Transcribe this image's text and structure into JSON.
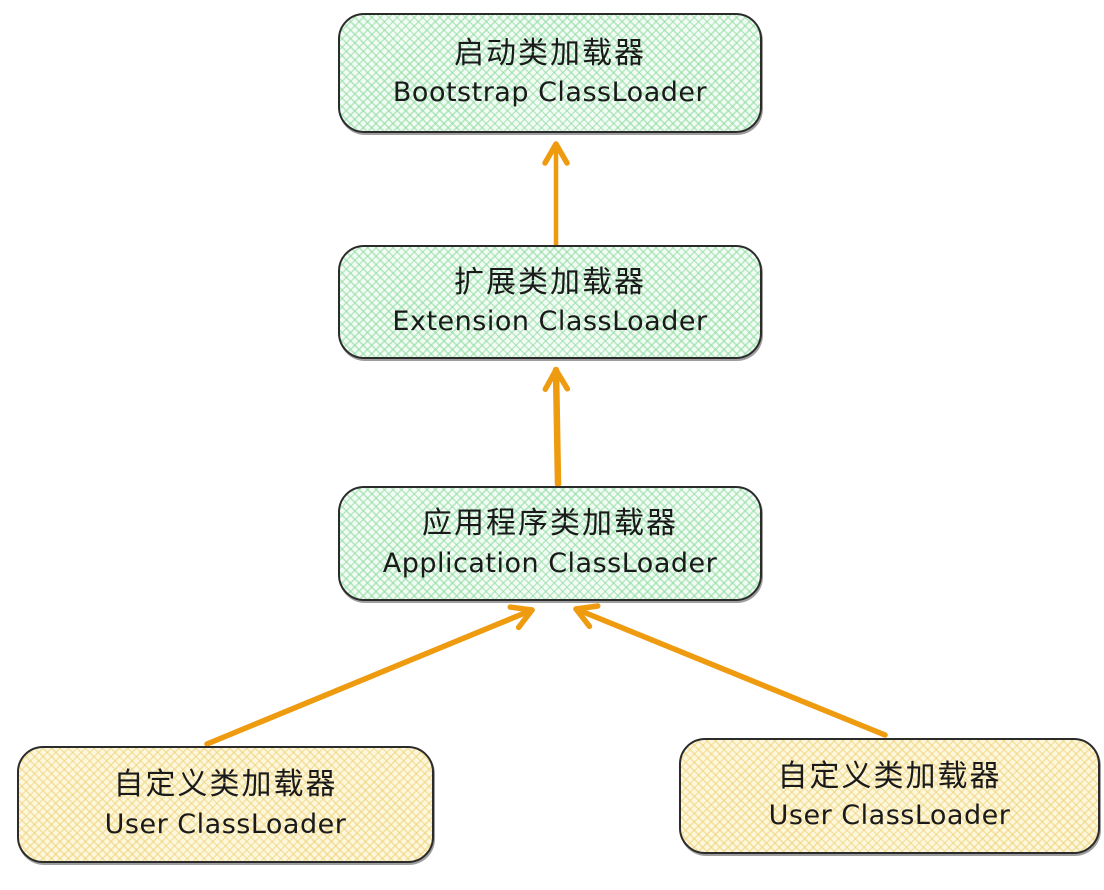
{
  "diagram": {
    "type": "flow-hierarchy",
    "topic": "Java ClassLoader delegation hierarchy",
    "nodes": [
      {
        "id": "bootstrap",
        "label_zh": "启动类加载器",
        "label_en": "Bootstrap ClassLoader",
        "fill": "green"
      },
      {
        "id": "extension",
        "label_zh": "扩展类加载器",
        "label_en": "Extension ClassLoader",
        "fill": "green"
      },
      {
        "id": "application",
        "label_zh": "应用程序类加载器",
        "label_en": "Application ClassLoader",
        "fill": "green"
      },
      {
        "id": "user-left",
        "label_zh": "自定义类加载器",
        "label_en": "User ClassLoader",
        "fill": "yellow"
      },
      {
        "id": "user-right",
        "label_zh": "自定义类加载器",
        "label_en": "User ClassLoader",
        "fill": "yellow"
      }
    ],
    "edges": [
      {
        "from": "extension",
        "to": "bootstrap",
        "direction": "up"
      },
      {
        "from": "application",
        "to": "extension",
        "direction": "up"
      },
      {
        "from": "user-left",
        "to": "application",
        "direction": "up-right"
      },
      {
        "from": "user-right",
        "to": "application",
        "direction": "up-left"
      }
    ],
    "colors": {
      "arrow": "#ef9b10",
      "green_fill_base": "#f3fbf5",
      "green_hatch": "#89db9c",
      "yellow_fill_base": "#fdf7dd",
      "yellow_hatch": "#eed278",
      "node_border": "#2b2b2b",
      "text": "#1a1a1a",
      "background": "#ffffff"
    }
  }
}
